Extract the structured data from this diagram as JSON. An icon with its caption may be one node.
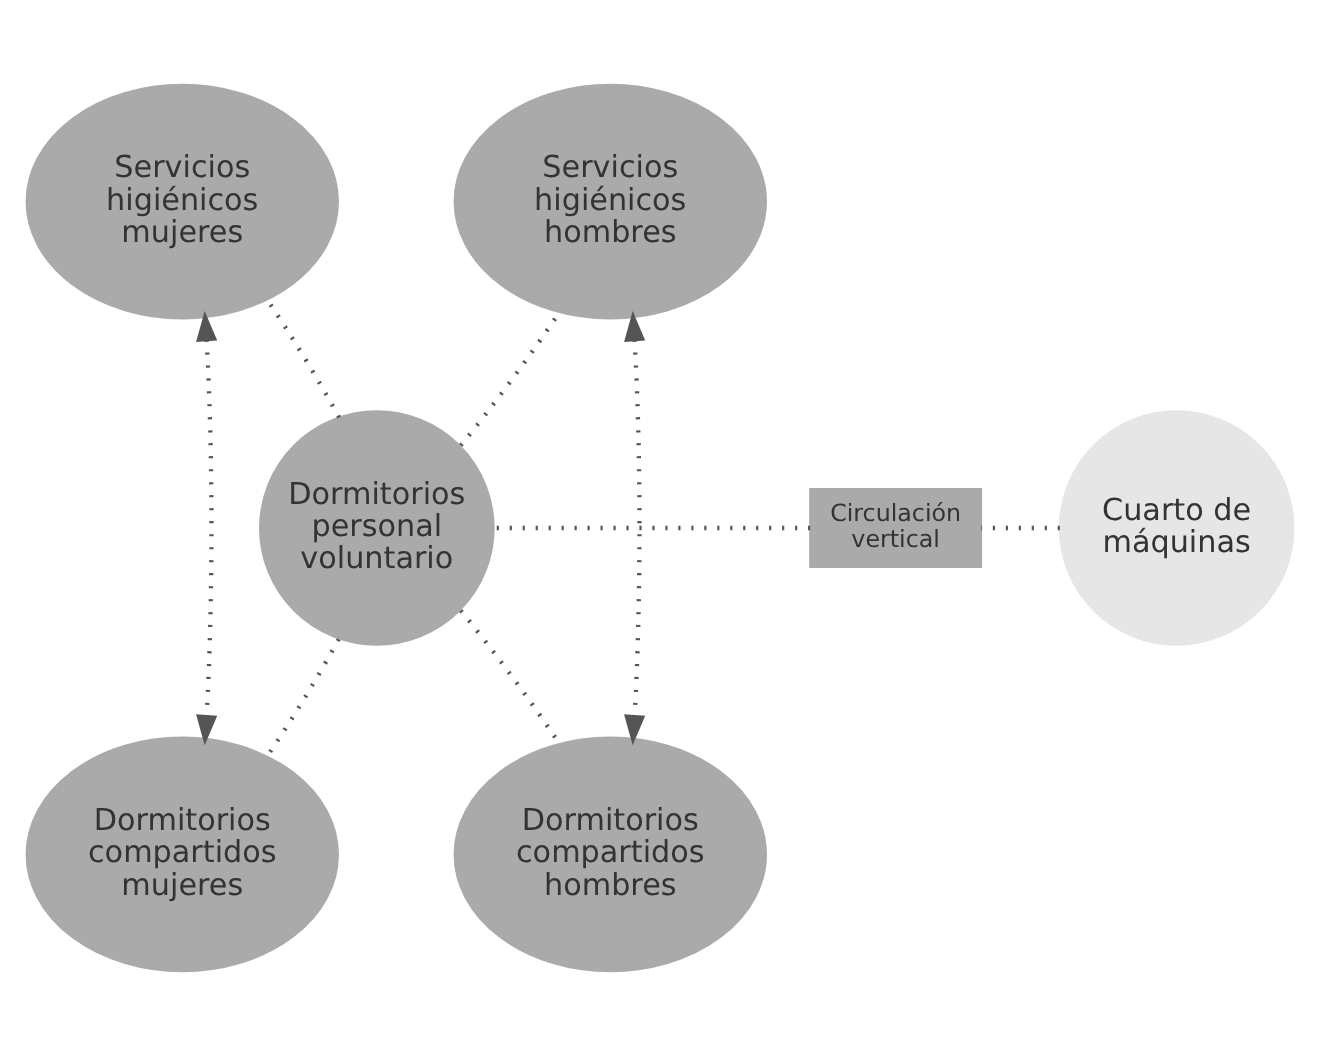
{
  "diagram": {
    "nodes": [
      {
        "text": [
          "Servicios higiénicos mujeres"
        ]
      },
      {
        "text": [
          "Servicios higiénicos hombres"
        ]
      },
      {
        "text": [
          "Cuarto de máquinas"
        ]
      },
      {
        "text": [
          "Circulación vertical"
        ]
      },
      {
        "text": [
          "Dormitorios personal voluntario"
        ]
      },
      {
        "text": [
          "Dormitorios compartidos mujeres"
        ]
      },
      {
        "text": [
          "Dormitorios compartidos hombres"
        ]
      }
    ],
    "edges": [
      {
        "from": 4,
        "to": 0,
        "arrow": "none",
        "style": "dashed"
      },
      {
        "from": 4,
        "to": 1,
        "arrow": "none",
        "style": "dashed"
      },
      {
        "from": 2,
        "to": 3,
        "arrow": "none",
        "style": "dashed"
      },
      {
        "from": 3,
        "to": 4,
        "arrow": "none",
        "style": "dashed"
      },
      {
        "from": 0,
        "to": 5,
        "arrow": "both",
        "style": "dashed"
      },
      {
        "from": 1,
        "to": 6,
        "arrow": "both",
        "style": "dashed"
      },
      {
        "from": 4,
        "to": 5,
        "arrow": "none",
        "style": "dashed"
      },
      {
        "from": 4,
        "to": 6,
        "arrow": "none",
        "style": "dashed"
      }
    ]
  }
}
